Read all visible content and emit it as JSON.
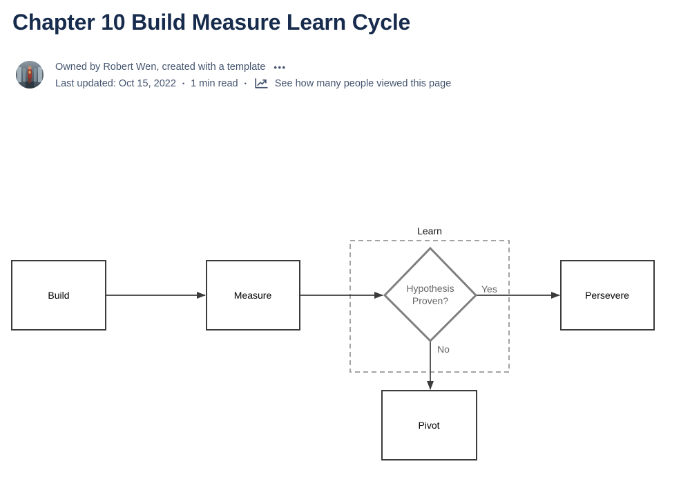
{
  "page": {
    "title": "Chapter 10 Build Measure Learn Cycle"
  },
  "byline": {
    "owner_line": "Owned by Robert Wen, created with a template",
    "more_actions": "•••",
    "last_updated": "Last updated: Oct 15, 2022",
    "dot": "•",
    "read_time": "1 min read",
    "views_link": "See how many people viewed this page"
  },
  "diagram": {
    "group_label": "Learn",
    "nodes": {
      "build": "Build",
      "measure": "Measure",
      "persevere": "Persevere",
      "pivot": "Pivot"
    },
    "decision": {
      "line1": "Hypothesis",
      "line2": "Proven?"
    },
    "edges": {
      "yes": "Yes",
      "no": "No"
    }
  },
  "colors": {
    "background": "#FFFFFF",
    "title_text": "#172B4D",
    "byline_text": "#44546F",
    "node_border": "#3B3B3B",
    "arrow": "#3B3B3B",
    "diamond_stroke": "#7F7F7F",
    "diamond_text": "#666666",
    "dashed_border": "#A3A3A3",
    "node_label_text": "#000000"
  }
}
